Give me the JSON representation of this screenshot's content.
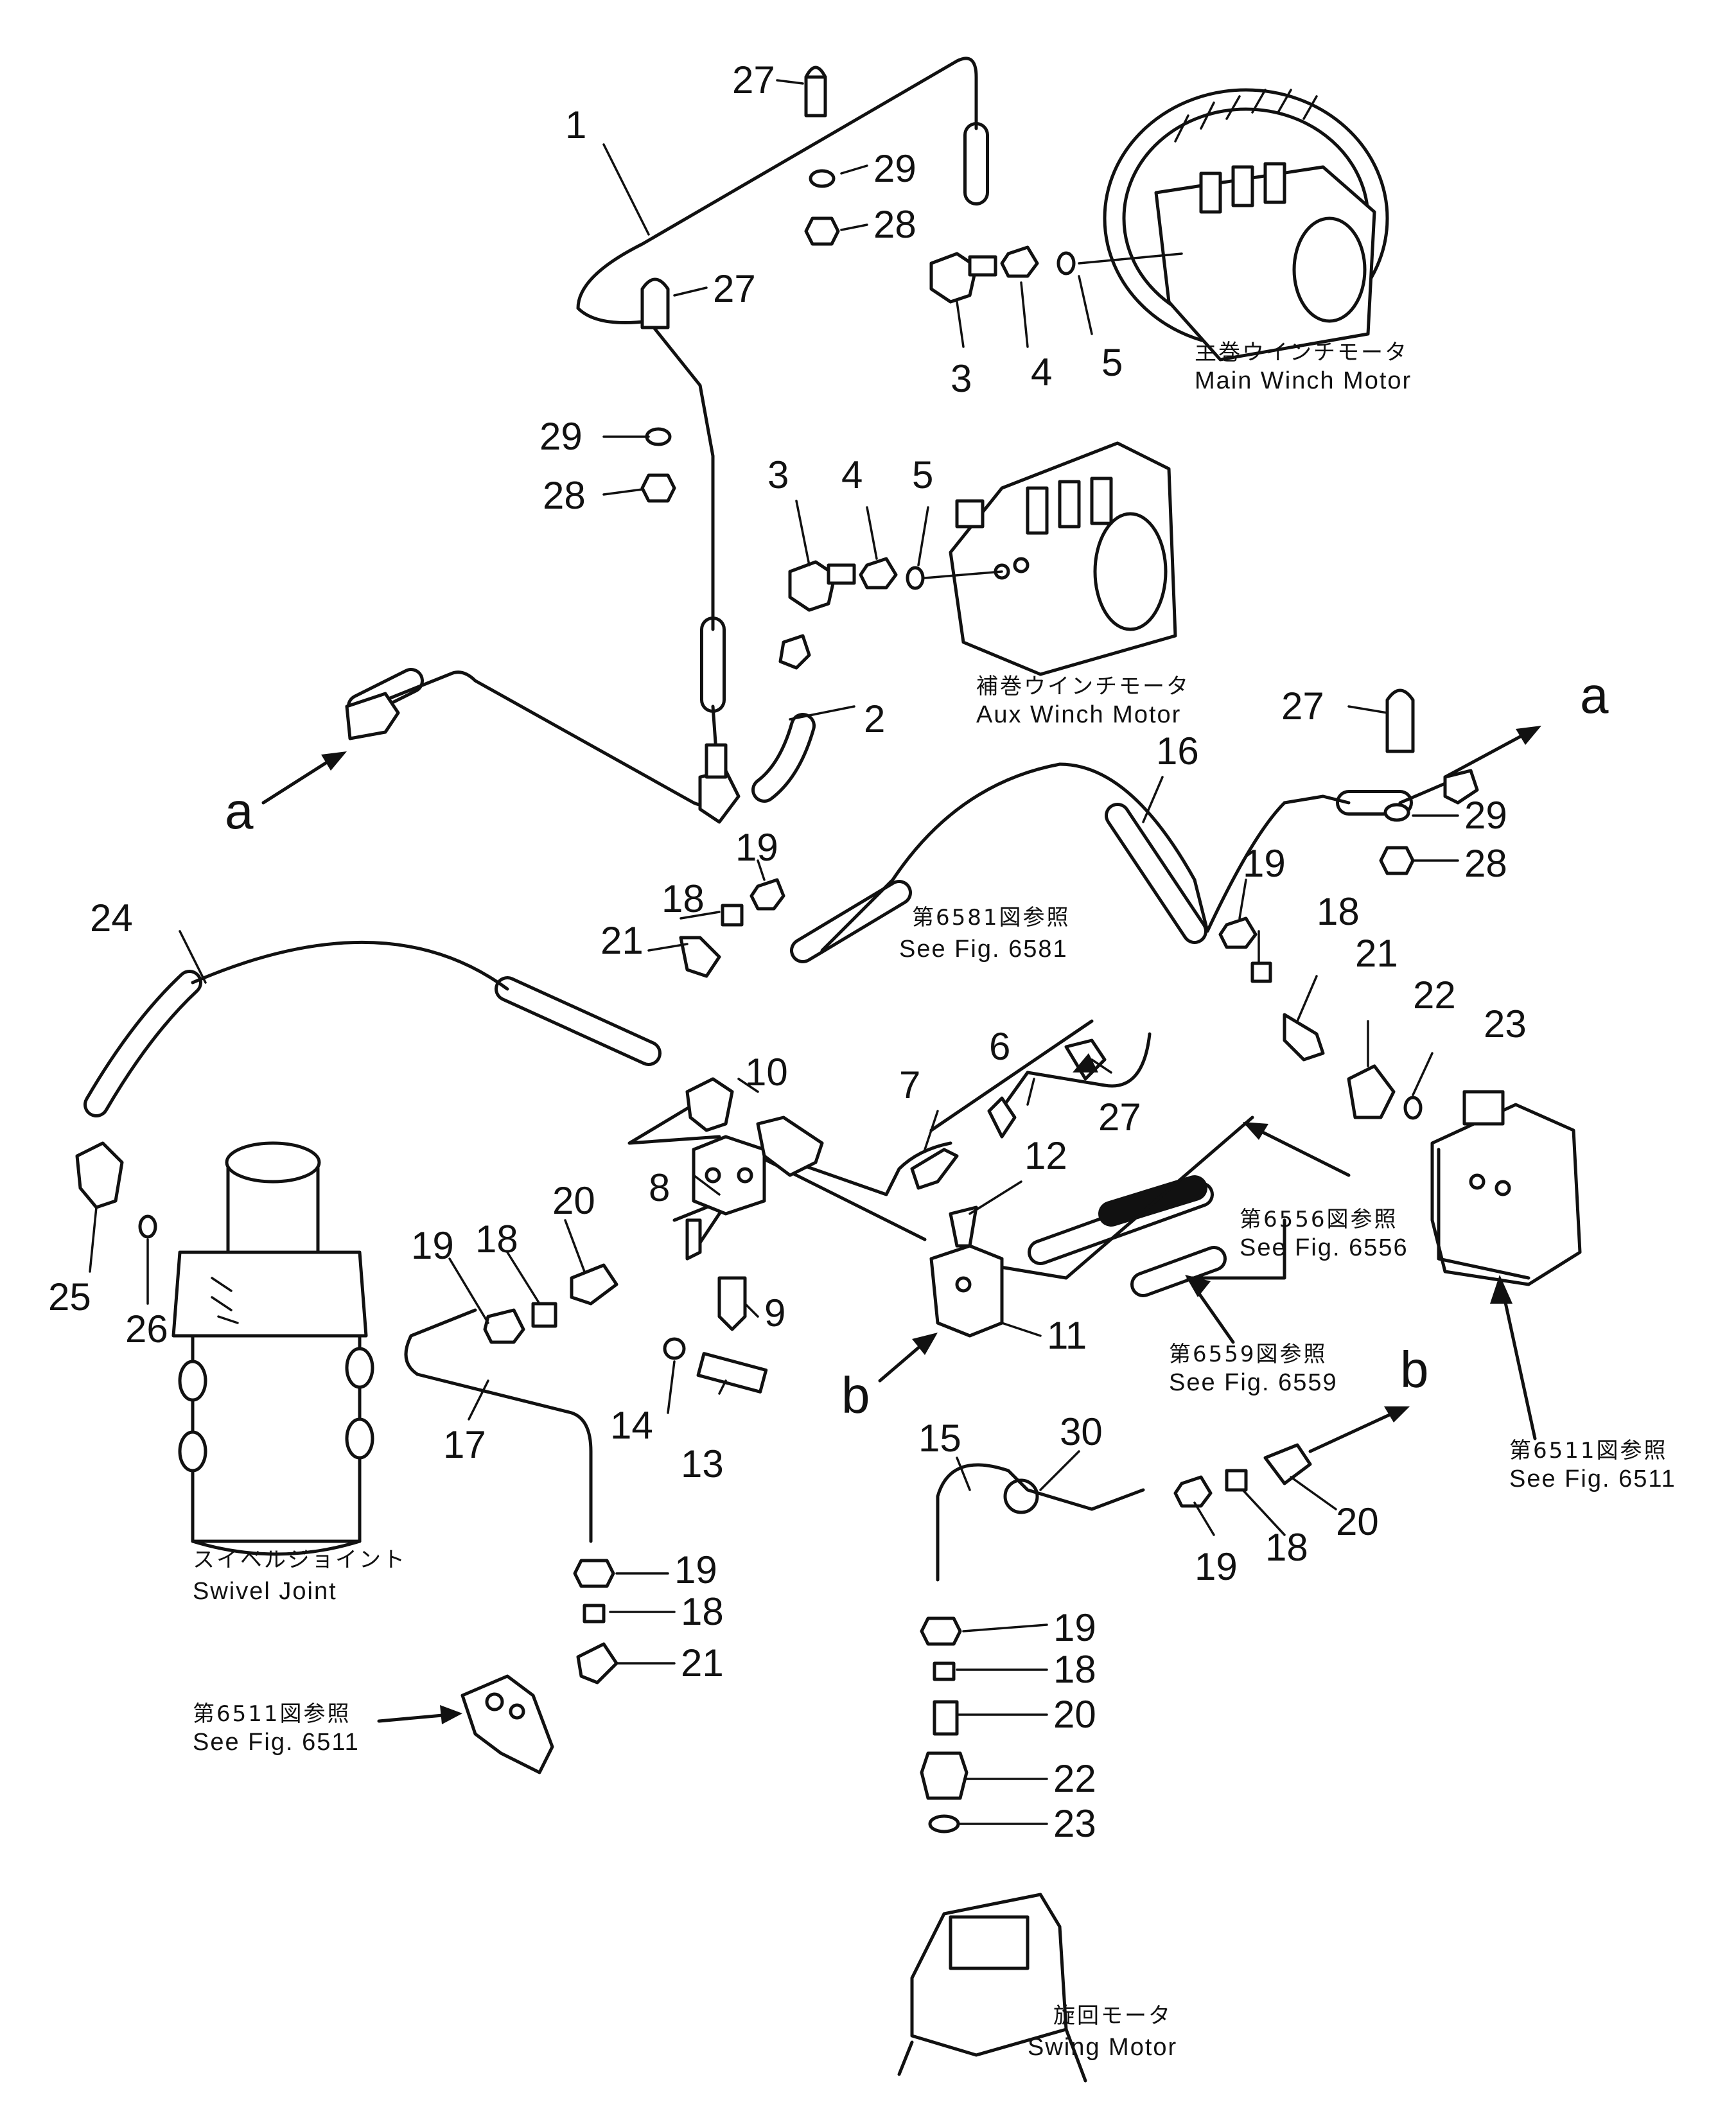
{
  "part_numbers": {
    "n1": "1",
    "n2": "2",
    "n3": "3",
    "n4": "4",
    "n5": "5",
    "n6": "6",
    "n7": "7",
    "n8": "8",
    "n9": "9",
    "n10": "10",
    "n11": "11",
    "n12": "12",
    "n13": "13",
    "n14": "14",
    "n15": "15",
    "n16": "16",
    "n17": "17",
    "n18": "18",
    "n19": "19",
    "n20": "20",
    "n21": "21",
    "n22": "22",
    "n23": "23",
    "n24": "24",
    "n25": "25",
    "n26": "26",
    "n27": "27",
    "n28": "28",
    "n29": "29",
    "n30": "30"
  },
  "connectors": {
    "a": "a",
    "b": "b"
  },
  "components": {
    "main_winch_jp": "主巻ウインチモータ",
    "main_winch_en": "Main  Winch  Motor",
    "aux_winch_jp": "補巻ウインチモータ",
    "aux_winch_en": "Aux  Winch  Motor",
    "swivel_jp": "スイベルジョイント",
    "swivel_en": "Swivel  Joint",
    "swing_jp": "旋回モータ",
    "swing_en": "Swing  Motor"
  },
  "references": {
    "r6581_jp": "第6581図参照",
    "r6581_en": "See  Fig.  6581",
    "r6556_jp": "第6556図参照",
    "r6556_en": "See  Fig.  6556",
    "r6559_jp": "第6559図参照",
    "r6559_en": "See  Fig.  6559",
    "r6511a_jp": "第6511図参照",
    "r6511a_en": "See  Fig.  6511",
    "r6511b_jp": "第6511図参照",
    "r6511b_en": "See  Fig.  6511"
  }
}
